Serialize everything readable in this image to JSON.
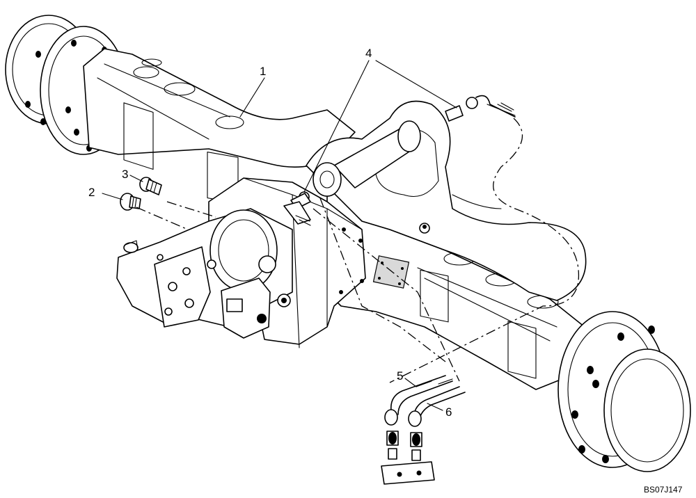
{
  "figure": {
    "callouts": [
      "1",
      "2",
      "3",
      "4",
      "5",
      "6"
    ],
    "reference_code": "BS07J147"
  }
}
